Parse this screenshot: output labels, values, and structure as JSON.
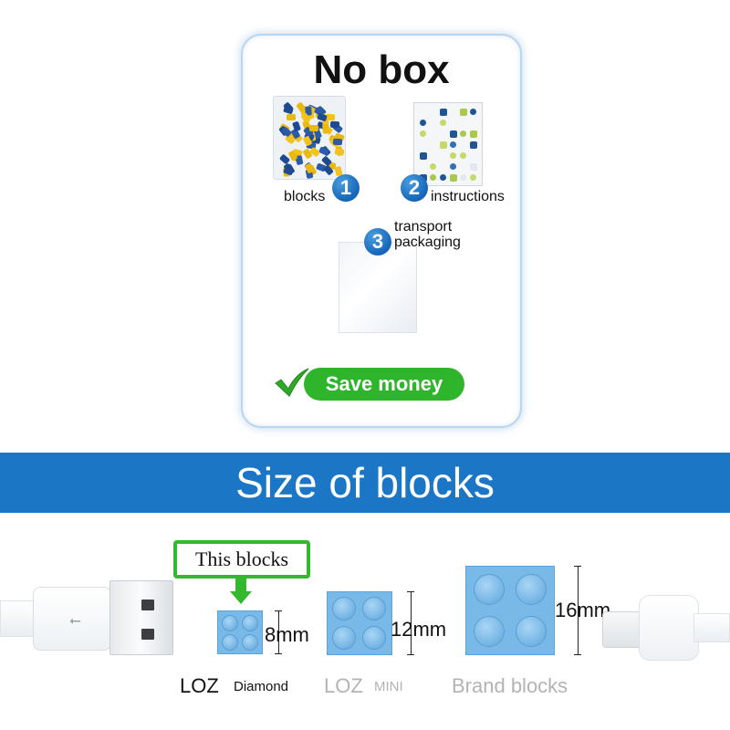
{
  "card": {
    "title": "No box",
    "items": [
      {
        "number": "1",
        "label": "blocks"
      },
      {
        "number": "2",
        "label": "instructions"
      },
      {
        "number": "3",
        "label_line1": "transport",
        "label_line2": "packaging"
      }
    ],
    "save_label": "Save money"
  },
  "banner": {
    "title": "Size of blocks"
  },
  "comparison": {
    "callout": "This blocks",
    "blocks": [
      {
        "size": "8mm",
        "name": "LOZ",
        "subname": "Diamond"
      },
      {
        "size": "12mm",
        "name": "LOZ",
        "subname": "MINI"
      },
      {
        "size": "16mm",
        "name": "Brand blocks"
      }
    ]
  },
  "colors": {
    "banner": "#1b76c5",
    "accent_green": "#33b82f",
    "number_badge": "#1565b8",
    "block_blue": "#79b9e8"
  },
  "icons": [
    "check-icon",
    "usb-icon",
    "down-arrow-icon"
  ]
}
